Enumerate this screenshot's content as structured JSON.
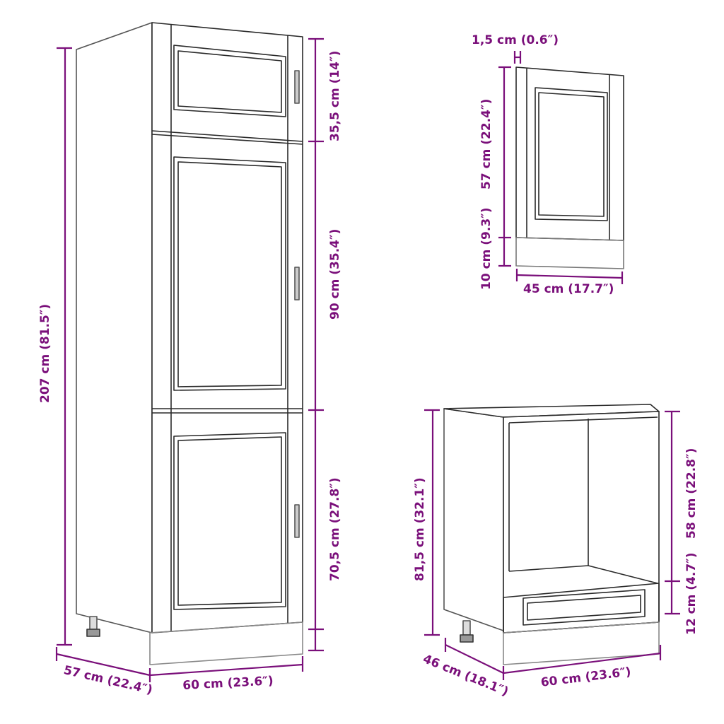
{
  "colors": {
    "dimension": "#7a0f7a",
    "outline": "#2a2a2a",
    "panel_fill": "#ffffff",
    "handle": "#888888"
  },
  "tall_cabinet": {
    "height_total": "207 cm (81.5″)",
    "top_door_height": "35,5 cm (14″)",
    "middle_door_height": "90 cm (35.4″)",
    "bottom_door_height": "70,5 cm (27.8″)",
    "depth": "57 cm (22.4″)",
    "width": "60 cm (23.6″)"
  },
  "door_panel": {
    "thickness": "1,5 cm (0.6″)",
    "height": "57 cm (22.4″)",
    "plinth_height": "10 cm (9.3″)",
    "width": "45 cm (17.7″)"
  },
  "oven_cabinet": {
    "height_total": "81,5 cm (32.1″)",
    "opening_height": "58 cm (22.8″)",
    "drawer_height": "12 cm (4.7″)",
    "depth": "46 cm (18.1″)",
    "width": "60 cm (23.6″)"
  }
}
